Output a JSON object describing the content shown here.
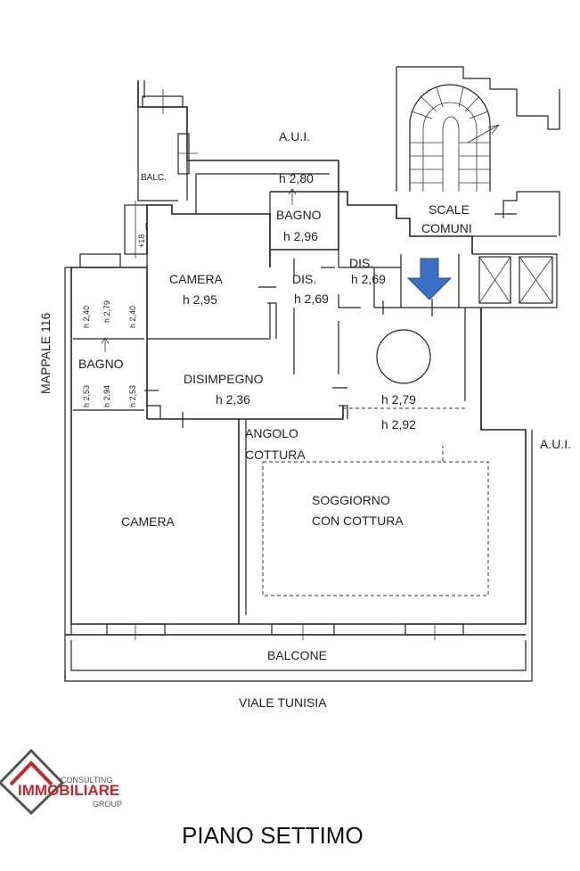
{
  "rooms": {
    "camera_top": "CAMERA",
    "camera_top_h": "h 2,95",
    "bagno_top": "BAGNO",
    "bagno_top_h_a": "h 2,80",
    "bagno_top_h_b": "h 2,96",
    "dis_1": "DIS.",
    "dis_1_h": "h 2,69",
    "dis_2": "DIS.",
    "dis_2_h": "h 2,69",
    "scale": "SCALE",
    "comuni": "COMUNI",
    "aui_top": "A.U.I.",
    "aui_right": "A.U.I.",
    "bagno_left": "BAGNO",
    "disimpegno": "DISIMPEGNO",
    "disimpegno_h": "h 2,36",
    "h_279": "h  2,79",
    "h_292": "h  2,92",
    "angolo": "ANGOLO",
    "cottura": "COTTURA",
    "soggiorno": "SOGGIORNO",
    "con_cottura": "CON COTTURA",
    "camera_bottom": "CAMERA",
    "balcone": "BALCONE",
    "balc_small": "BALC.",
    "h18": "+18",
    "h240a": "h 2,40",
    "h279b": "h 2,79",
    "h240b": "h 2,40",
    "h253a": "h 2,53",
    "h294": "h 2,94",
    "h253b": "h 2,53"
  },
  "street": "VIALE TUNISIA",
  "mappale": "MAPPALE 116",
  "floor_title": "PIANO SETTIMO",
  "logo": {
    "line1": "CONSULTING",
    "line2": "IMMOBILIARE",
    "line3": "GROUP"
  },
  "colors": {
    "arrow": "#3a6fc2",
    "logo_red": "#c0282e",
    "logo_gray": "#555555"
  }
}
